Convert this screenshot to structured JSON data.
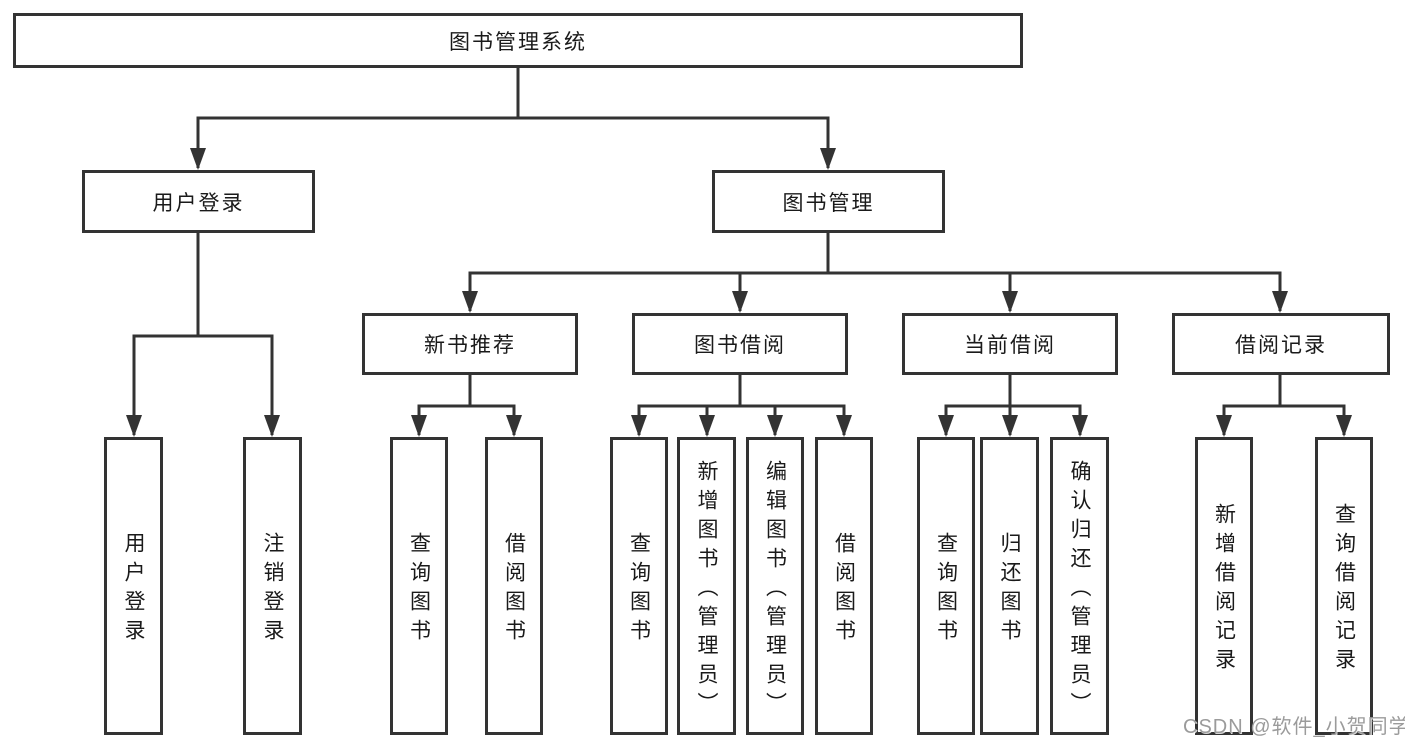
{
  "tree": {
    "label": "图书管理系统",
    "children": [
      {
        "label": "用户登录",
        "children": [
          {
            "label": "用户登录"
          },
          {
            "label": "注销登录"
          }
        ]
      },
      {
        "label": "图书管理",
        "children": [
          {
            "label": "新书推荐",
            "children": [
              {
                "label": "查询图书"
              },
              {
                "label": "借阅图书"
              }
            ]
          },
          {
            "label": "图书借阅",
            "children": [
              {
                "label": "查询图书"
              },
              {
                "label": "新增图书（管理员）"
              },
              {
                "label": "编辑图书（管理员）"
              },
              {
                "label": "借阅图书"
              }
            ]
          },
          {
            "label": "当前借阅",
            "children": [
              {
                "label": "查询图书"
              },
              {
                "label": "归还图书"
              },
              {
                "label": "确认归还（管理员）"
              }
            ]
          },
          {
            "label": "借阅记录",
            "children": [
              {
                "label": "新增借阅记录"
              },
              {
                "label": "查询借阅记录"
              }
            ]
          }
        ]
      }
    ]
  },
  "watermark": "CSDN @软件_小贺同学",
  "colors": {
    "line": "#333333",
    "box_border": "#333333",
    "text": "#1a1a1a",
    "watermark": "#9b9b9b",
    "background": "#ffffff"
  }
}
